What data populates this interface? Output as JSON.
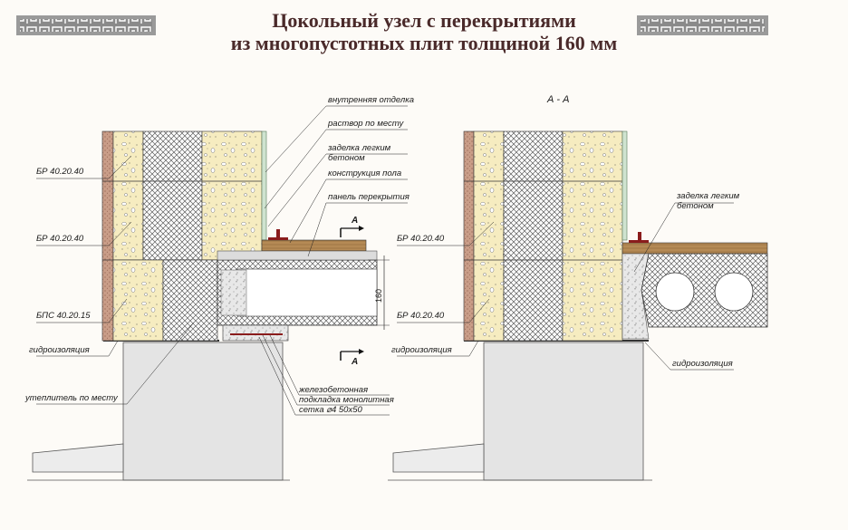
{
  "title": {
    "line1": "Цокольный узел с перекрытиями",
    "line2": "из многопустотных плит толщиной 160 мм"
  },
  "section_title": "А - А",
  "section_mark": "А",
  "dimension": "160",
  "left_labels": {
    "interior": "внутренняя отделка",
    "mortar": "раствор по месту",
    "fill_light_concrete_1": "заделка легким",
    "fill_light_concrete_2": "бетоном",
    "floor": "конструкция пола",
    "panel": "панель перекрытия",
    "block1": "БР 40.20.40",
    "block2": "БР 40.20.40",
    "block3": "БПС 40.20.15",
    "waterproof": "гидроизоляция",
    "insulation": "утеплитель по месту",
    "rc_1": "железобетонная",
    "rc_2": "подкладка монолитная",
    "rc_3": "сетка ⌀4  50x50"
  },
  "right_labels": {
    "fill_light_concrete_1": "заделка легким",
    "fill_light_concrete_2": "бетоном",
    "block1": "БР 40.20.40",
    "block2": "БР 40.20.40",
    "waterproof_left": "гидроизоляция",
    "waterproof_right": "гидроизоляция"
  },
  "colors": {
    "title": "#4a2a2a",
    "aerated_block": "#f6ecc0",
    "brick": "#c89a86",
    "hatch": "#555555",
    "foundation": "#e4e4e4",
    "floor_wood": "#b58a55",
    "angle": "#8a1c1c"
  }
}
